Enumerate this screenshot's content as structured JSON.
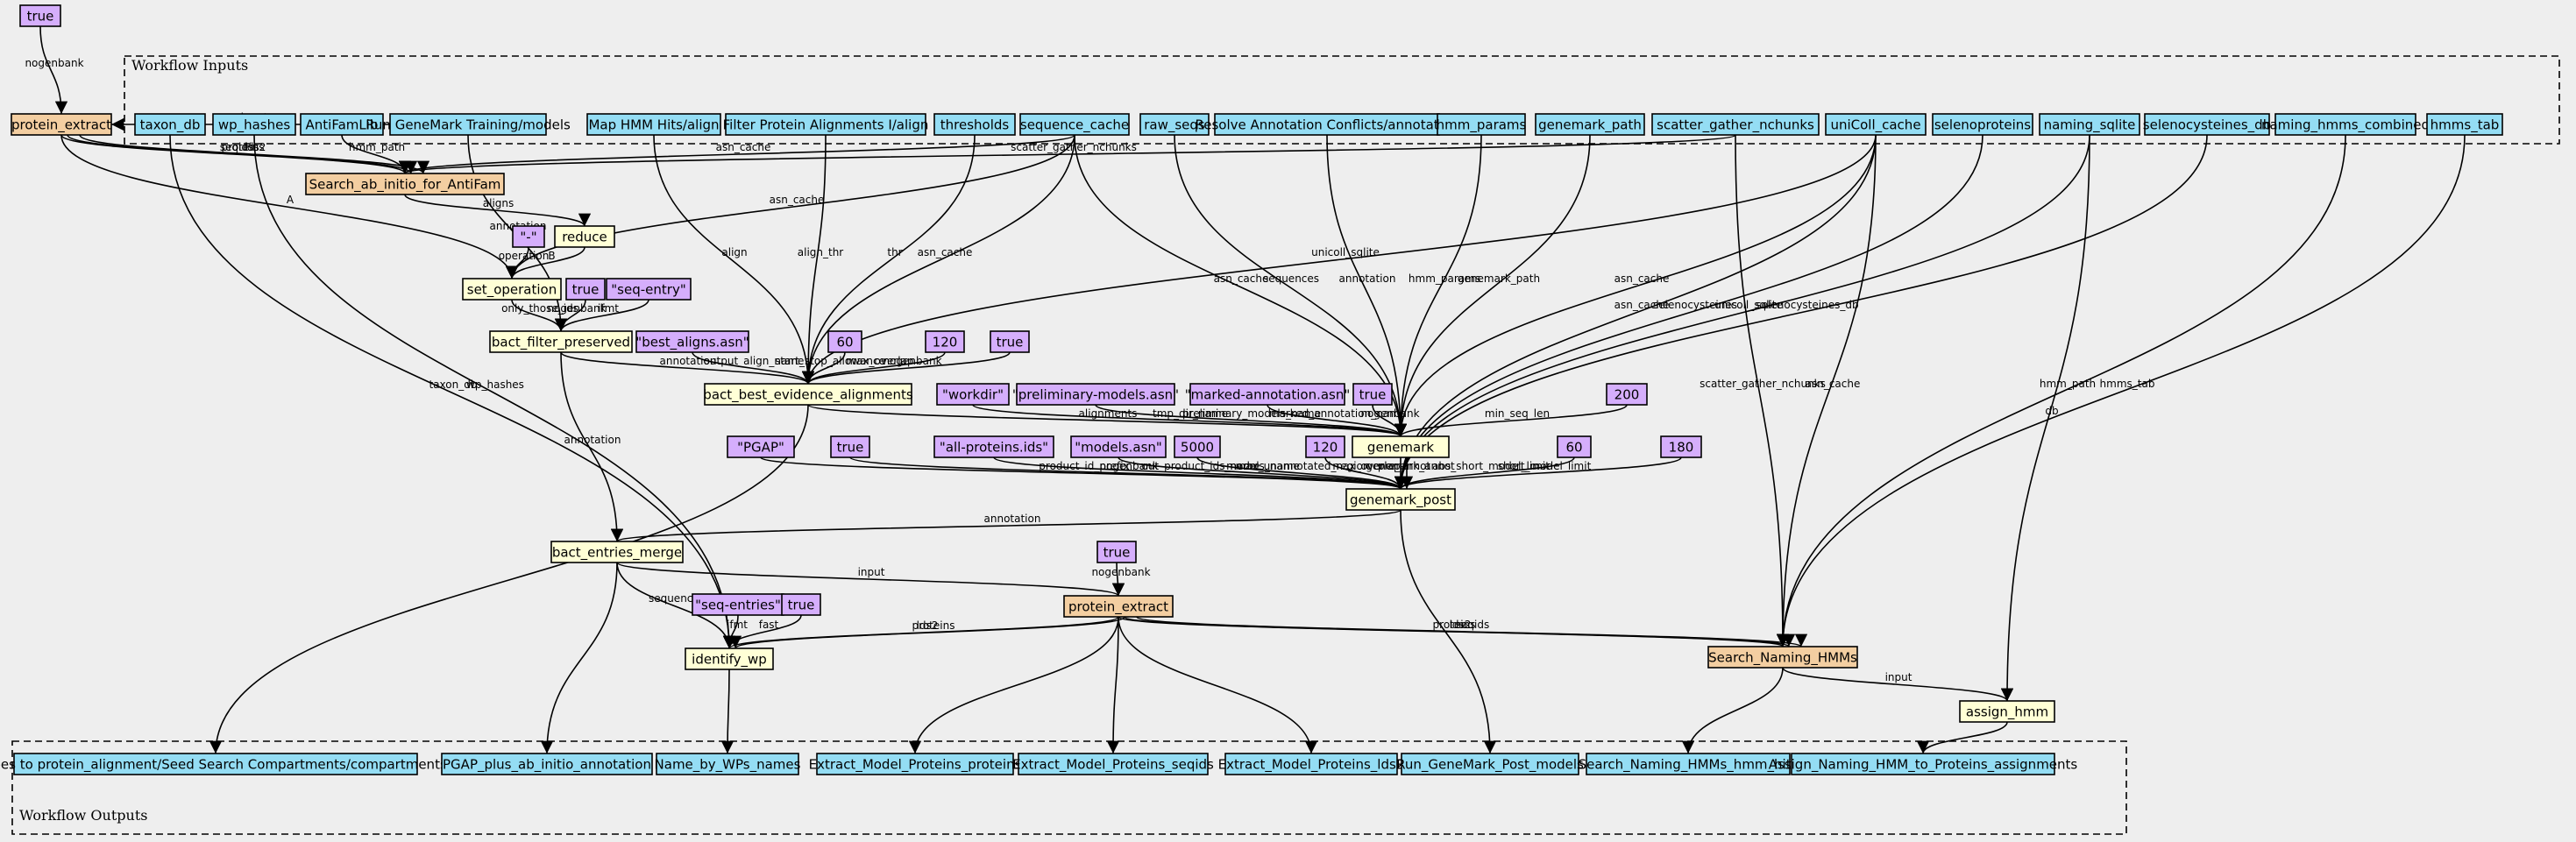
{
  "colors": {
    "input": "#94DDF4",
    "output": "#94DDF4",
    "tool": "#F3CEA1",
    "expression": "#FFFFD6",
    "constant": "#D5AEFC",
    "background": "#EEEEEE"
  },
  "clusters": [
    {
      "id": "inputs",
      "label": "Workflow Inputs"
    },
    {
      "id": "outputs",
      "label": "Workflow Outputs"
    }
  ],
  "nodes": [
    {
      "id": "c_true_top",
      "label": "true",
      "kind": "constant"
    },
    {
      "id": "protein_extract_top",
      "label": "protein_extract",
      "kind": "tool"
    },
    {
      "id": "in_taxon_db",
      "label": "taxon_db",
      "kind": "input"
    },
    {
      "id": "in_wp_hashes",
      "label": "wp_hashes",
      "kind": "input"
    },
    {
      "id": "in_antifamlib",
      "label": "AntiFamLib",
      "kind": "input"
    },
    {
      "id": "in_run_genemark",
      "label": "Run GeneMark Training/models",
      "kind": "input"
    },
    {
      "id": "in_map_hmm",
      "label": "Map HMM Hits/align",
      "kind": "input"
    },
    {
      "id": "in_filter_protein",
      "label": "Filter Protein Alignments I/align",
      "kind": "input"
    },
    {
      "id": "in_thresholds",
      "label": "thresholds",
      "kind": "input"
    },
    {
      "id": "in_sequence_cache",
      "label": "sequence_cache",
      "kind": "input"
    },
    {
      "id": "in_raw_seqs",
      "label": "raw_seqs",
      "kind": "input"
    },
    {
      "id": "in_resolve",
      "label": "Resolve Annotation Conflicts/annotation",
      "kind": "input"
    },
    {
      "id": "in_hmm_params",
      "label": "hmm_params",
      "kind": "input"
    },
    {
      "id": "in_genemark_path",
      "label": "genemark_path",
      "kind": "input"
    },
    {
      "id": "in_scatter",
      "label": "scatter_gather_nchunks",
      "kind": "input"
    },
    {
      "id": "in_unicoll",
      "label": "uniColl_cache",
      "kind": "input"
    },
    {
      "id": "in_selenoproteins",
      "label": "selenoproteins",
      "kind": "input"
    },
    {
      "id": "in_naming_sqlite",
      "label": "naming_sqlite",
      "kind": "input"
    },
    {
      "id": "in_selenocysteines_db",
      "label": "selenocysteines_db",
      "kind": "input"
    },
    {
      "id": "in_naming_hmms",
      "label": "naming_hmms_combined",
      "kind": "input"
    },
    {
      "id": "in_hmms_tab",
      "label": "hmms_tab",
      "kind": "input"
    },
    {
      "id": "search_antifam",
      "label": "Search_ab_initio_for_AntiFam",
      "kind": "tool"
    },
    {
      "id": "c_dash",
      "label": "\"-\"",
      "kind": "constant"
    },
    {
      "id": "reduce",
      "label": "reduce",
      "kind": "expression"
    },
    {
      "id": "set_operation",
      "label": "set_operation",
      "kind": "expression"
    },
    {
      "id": "c_true_bfp",
      "label": "true",
      "kind": "constant"
    },
    {
      "id": "c_seq_entry",
      "label": "\"seq-entry\"",
      "kind": "constant"
    },
    {
      "id": "bact_filter_preserved",
      "label": "bact_filter_preserved",
      "kind": "expression"
    },
    {
      "id": "c_best_aligns",
      "label": "\"best_aligns.asn\"",
      "kind": "constant"
    },
    {
      "id": "c_60a",
      "label": "60",
      "kind": "constant"
    },
    {
      "id": "c_120a",
      "label": "120",
      "kind": "constant"
    },
    {
      "id": "c_true_bbea",
      "label": "true",
      "kind": "constant"
    },
    {
      "id": "bact_best",
      "label": "bact_best_evidence_alignments",
      "kind": "expression"
    },
    {
      "id": "c_workdir",
      "label": "\"workdir\"",
      "kind": "constant"
    },
    {
      "id": "c_prelim",
      "label": "\"preliminary-models.asn\"",
      "kind": "constant"
    },
    {
      "id": "c_marked",
      "label": "\"marked-annotation.asn\"",
      "kind": "constant"
    },
    {
      "id": "c_true_gm",
      "label": "true",
      "kind": "constant"
    },
    {
      "id": "genemark",
      "label": "genemark",
      "kind": "expression"
    },
    {
      "id": "c_200",
      "label": "200",
      "kind": "constant"
    },
    {
      "id": "c_pgap",
      "label": "\"PGAP\"",
      "kind": "constant"
    },
    {
      "id": "c_true_gp",
      "label": "true",
      "kind": "constant"
    },
    {
      "id": "c_allprot",
      "label": "\"all-proteins.ids\"",
      "kind": "constant"
    },
    {
      "id": "c_models",
      "label": "\"models.asn\"",
      "kind": "constant"
    },
    {
      "id": "c_5000",
      "label": "5000",
      "kind": "constant"
    },
    {
      "id": "c_120b",
      "label": "120",
      "kind": "constant"
    },
    {
      "id": "c_60b",
      "label": "60",
      "kind": "constant"
    },
    {
      "id": "c_180",
      "label": "180",
      "kind": "constant"
    },
    {
      "id": "genemark_post",
      "label": "genemark_post",
      "kind": "expression"
    },
    {
      "id": "bact_entries_merge",
      "label": "bact_entries_merge",
      "kind": "expression"
    },
    {
      "id": "c_true_pe2",
      "label": "true",
      "kind": "constant"
    },
    {
      "id": "protein_extract_mid",
      "label": "protein_extract",
      "kind": "tool"
    },
    {
      "id": "c_seq_entries",
      "label": "\"seq-entries\"",
      "kind": "constant"
    },
    {
      "id": "c_true_iw",
      "label": "true",
      "kind": "constant"
    },
    {
      "id": "identify_wp",
      "label": "identify_wp",
      "kind": "expression"
    },
    {
      "id": "search_naming",
      "label": "Search_Naming_HMMs",
      "kind": "tool"
    },
    {
      "id": "assign_hmm",
      "label": "assign_hmm",
      "kind": "expression"
    },
    {
      "id": "out_goes",
      "label": "goes to protein_alignment/Seed Search Compartments/compartments",
      "kind": "output"
    },
    {
      "id": "out_pgap_plus",
      "label": "PGAP_plus_ab_initio_annotation",
      "kind": "output"
    },
    {
      "id": "out_name_by_wp",
      "label": "Name_by_WPs_names",
      "kind": "output"
    },
    {
      "id": "out_emp_proteins",
      "label": "Extract_Model_Proteins_proteins",
      "kind": "output"
    },
    {
      "id": "out_emp_seqids",
      "label": "Extract_Model_Proteins_seqids",
      "kind": "output"
    },
    {
      "id": "out_emp_lds2",
      "label": "Extract_Model_Proteins_lds2",
      "kind": "output"
    },
    {
      "id": "out_run_gm_post",
      "label": "Run_GeneMark_Post_models",
      "kind": "output"
    },
    {
      "id": "out_snh_hits",
      "label": "Search_Naming_HMMs_hmm_hits",
      "kind": "output"
    },
    {
      "id": "out_assign",
      "label": "Assign_Naming_HMM_to_Proteins_assignments",
      "kind": "output"
    }
  ],
  "edges": [
    {
      "from": "c_true_top",
      "to": "protein_extract_top",
      "label": "nogenbank"
    },
    {
      "from": "in_run_genemark",
      "to": "protein_extract_top",
      "label": "input"
    },
    {
      "from": "protein_extract_top",
      "to": "search_antifam",
      "label": "seqids"
    },
    {
      "from": "protein_extract_top",
      "to": "search_antifam",
      "label": "proteins"
    },
    {
      "from": "protein_extract_top",
      "to": "search_antifam",
      "label": "lds2"
    },
    {
      "from": "in_antifamlib",
      "to": "search_antifam",
      "label": "hmm_path"
    },
    {
      "from": "in_sequence_cache",
      "to": "search_antifam",
      "label": "asn_cache"
    },
    {
      "from": "in_scatter",
      "to": "search_antifam",
      "label": "scatter_gather_nchunks"
    },
    {
      "from": "search_antifam",
      "to": "reduce",
      "label": "aligns"
    },
    {
      "from": "protein_extract_top",
      "to": "set_operation",
      "label": "A"
    },
    {
      "from": "c_dash",
      "to": "set_operation",
      "label": "operation"
    },
    {
      "from": "reduce",
      "to": "set_operation",
      "label": "B"
    },
    {
      "from": "in_sequence_cache",
      "to": "set_operation",
      "label": "asn_cache"
    },
    {
      "from": "set_operation",
      "to": "bact_filter_preserved",
      "label": "only_those_ids"
    },
    {
      "from": "c_true_bfp",
      "to": "bact_filter_preserved",
      "label": "nogenbank"
    },
    {
      "from": "c_seq_entry",
      "to": "bact_filter_preserved",
      "label": "ifmt"
    },
    {
      "from": "in_run_genemark",
      "to": "bact_filter_preserved",
      "label": "annotation"
    },
    {
      "from": "bact_filter_preserved",
      "to": "bact_best",
      "label": "annotation"
    },
    {
      "from": "c_best_aligns",
      "to": "bact_best",
      "label": "output_align_name"
    },
    {
      "from": "c_60a",
      "to": "bact_best",
      "label": "start_stop_allowance"
    },
    {
      "from": "c_120a",
      "to": "bact_best",
      "label": "max_overlap"
    },
    {
      "from": "c_true_bbea",
      "to": "bact_best",
      "label": "nogenbank"
    },
    {
      "from": "in_map_hmm",
      "to": "bact_best",
      "label": "align"
    },
    {
      "from": "in_filter_protein",
      "to": "bact_best",
      "label": "align_thr"
    },
    {
      "from": "in_thresholds",
      "to": "bact_best",
      "label": "thr"
    },
    {
      "from": "in_sequence_cache",
      "to": "bact_best",
      "label": "asn_cache"
    },
    {
      "from": "in_unicoll",
      "to": "bact_best",
      "label": "unicoll_sqlite"
    },
    {
      "from": "bact_best",
      "to": "genemark",
      "label": "alignments"
    },
    {
      "from": "c_workdir",
      "to": "genemark",
      "label": "tmp_dir_name"
    },
    {
      "from": "c_prelim",
      "to": "genemark",
      "label": "preliminary_models_name"
    },
    {
      "from": "c_marked",
      "to": "genemark",
      "label": "marked_annotation_name"
    },
    {
      "from": "c_true_gm",
      "to": "genemark",
      "label": "nogenbank"
    },
    {
      "from": "in_raw_seqs",
      "to": "genemark",
      "label": "sequences"
    },
    {
      "from": "in_resolve",
      "to": "genemark",
      "label": "annotation"
    },
    {
      "from": "in_hmm_params",
      "to": "genemark",
      "label": "hmm_params"
    },
    {
      "from": "in_genemark_path",
      "to": "genemark",
      "label": "genemark_path"
    },
    {
      "from": "in_sequence_cache",
      "to": "genemark",
      "label": "asn_cache"
    },
    {
      "from": "in_unicoll",
      "to": "genemark",
      "label": "asn_cache"
    },
    {
      "from": "c_200",
      "to": "genemark",
      "label": "min_seq_len"
    },
    {
      "from": "c_pgap",
      "to": "genemark_post",
      "label": "product_id_prefix"
    },
    {
      "from": "c_true_gp",
      "to": "genemark_post",
      "label": "nogenbank"
    },
    {
      "from": "c_allprot",
      "to": "genemark_post",
      "label": "out_product_ids_name"
    },
    {
      "from": "c_models",
      "to": "genemark_post",
      "label": "models_name"
    },
    {
      "from": "c_5000",
      "to": "genemark_post",
      "label": "max_unannotated_region"
    },
    {
      "from": "c_120b",
      "to": "genemark_post",
      "label": "max_overlap"
    },
    {
      "from": "genemark",
      "to": "genemark_post",
      "label": "pre_annot"
    },
    {
      "from": "genemark",
      "to": "genemark_post",
      "label": "genemark_annot"
    },
    {
      "from": "c_60b",
      "to": "genemark_post",
      "label": "abs_short_model_limit"
    },
    {
      "from": "c_180",
      "to": "genemark_post",
      "label": "short_model_limit"
    },
    {
      "from": "in_selenoproteins",
      "to": "genemark_post",
      "label": "selenocysteines"
    },
    {
      "from": "in_naming_sqlite",
      "to": "genemark_post",
      "label": "unicoll_sqlite"
    },
    {
      "from": "in_selenocysteines_db",
      "to": "genemark_post",
      "label": "selenocysteines_db"
    },
    {
      "from": "in_unicoll",
      "to": "genemark_post",
      "label": "asn_cache"
    },
    {
      "from": "genemark_post",
      "to": "bact_entries_merge",
      "label": "annotation"
    },
    {
      "from": "bact_filter_preserved",
      "to": "bact_entries_merge",
      "label": "annotation"
    },
    {
      "from": "bact_entries_merge",
      "to": "protein_extract_mid",
      "label": "input"
    },
    {
      "from": "c_true_pe2",
      "to": "protein_extract_mid",
      "label": "nogenbank"
    },
    {
      "from": "bact_entries_merge",
      "to": "identify_wp",
      "label": "sequences"
    },
    {
      "from": "c_seq_entries",
      "to": "identify_wp",
      "label": "ifmt"
    },
    {
      "from": "c_true_iw",
      "to": "identify_wp",
      "label": "fast"
    },
    {
      "from": "protein_extract_mid",
      "to": "identify_wp",
      "label": "lds2"
    },
    {
      "from": "protein_extract_mid",
      "to": "identify_wp",
      "label": "proteins"
    },
    {
      "from": "in_taxon_db",
      "to": "identify_wp",
      "label": "taxon_db"
    },
    {
      "from": "in_wp_hashes",
      "to": "identify_wp",
      "label": "wp_hashes"
    },
    {
      "from": "protein_extract_mid",
      "to": "search_naming",
      "label": "proteins"
    },
    {
      "from": "protein_extract_mid",
      "to": "search_naming",
      "label": "lds2"
    },
    {
      "from": "protein_extract_mid",
      "to": "search_naming",
      "label": "seqids"
    },
    {
      "from": "in_scatter",
      "to": "search_naming",
      "label": "scatter_gather_nchunks"
    },
    {
      "from": "in_unicoll",
      "to": "search_naming",
      "label": "asn_cache"
    },
    {
      "from": "in_naming_hmms",
      "to": "search_naming",
      "label": "hmm_path"
    },
    {
      "from": "in_hmms_tab",
      "to": "search_naming",
      "label": "hmms_tab"
    },
    {
      "from": "search_naming",
      "to": "assign_hmm",
      "label": "input"
    },
    {
      "from": "in_naming_sqlite",
      "to": "assign_hmm",
      "label": "db"
    },
    {
      "from": "bact_best",
      "to": "out_goes",
      "label": ""
    },
    {
      "from": "bact_entries_merge",
      "to": "out_pgap_plus",
      "label": ""
    },
    {
      "from": "identify_wp",
      "to": "out_name_by_wp",
      "label": ""
    },
    {
      "from": "protein_extract_mid",
      "to": "out_emp_proteins",
      "label": ""
    },
    {
      "from": "protein_extract_mid",
      "to": "out_emp_seqids",
      "label": ""
    },
    {
      "from": "protein_extract_mid",
      "to": "out_emp_lds2",
      "label": ""
    },
    {
      "from": "genemark_post",
      "to": "out_run_gm_post",
      "label": ""
    },
    {
      "from": "search_naming",
      "to": "out_snh_hits",
      "label": ""
    },
    {
      "from": "assign_hmm",
      "to": "out_assign",
      "label": ""
    }
  ]
}
